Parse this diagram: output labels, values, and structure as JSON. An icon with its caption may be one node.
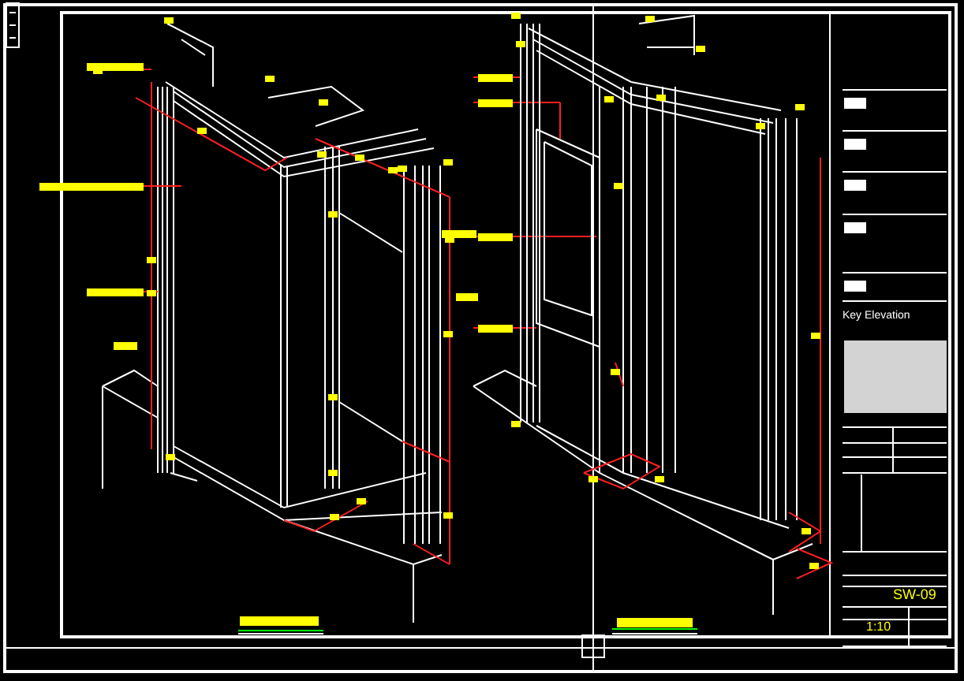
{
  "diagram": {
    "labels": [
      "Key Elevation",
      "SW-09",
      "1:10"
    ]
  }
}
